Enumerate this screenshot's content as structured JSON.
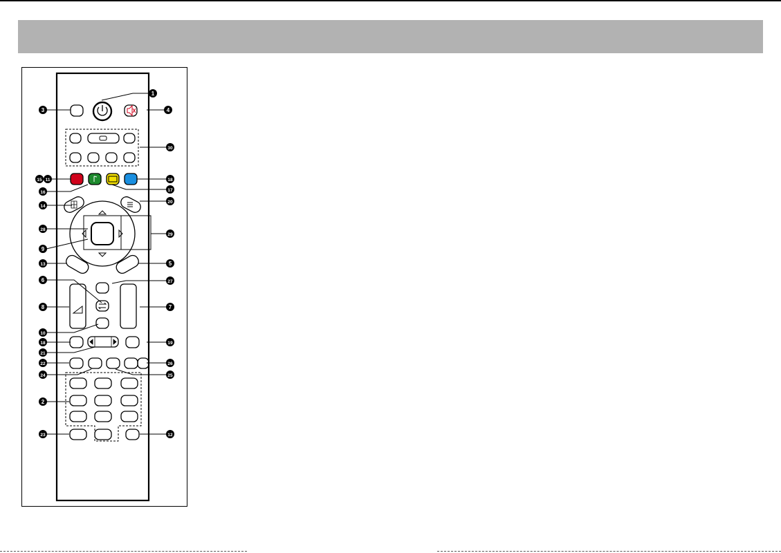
{
  "header": {
    "title": ""
  },
  "figure": {
    "callouts": [
      "1",
      "2",
      "3",
      "4",
      "5",
      "6",
      "7",
      "8",
      "9",
      "10",
      "11",
      "12",
      "13",
      "14",
      "15",
      "16",
      "17",
      "18",
      "19",
      "20",
      "21",
      "22",
      "23",
      "24",
      "25",
      "26",
      "27",
      "28",
      "29",
      "30",
      "18"
    ]
  },
  "colors": {
    "header_bar": "#b2b2b2",
    "red_key": "#d0021b",
    "green_key": "#1e8a2e",
    "yellow_key": "#f5e100",
    "blue_key": "#1a8fe0",
    "mute_icon": "#d0021b"
  },
  "icons": {
    "power": "power-icon",
    "mute": "mute-icon",
    "volume": "volume-ramp-icon",
    "swap": "swap-icon",
    "teletext": "teletext-icon",
    "menu": "menu-icon"
  }
}
